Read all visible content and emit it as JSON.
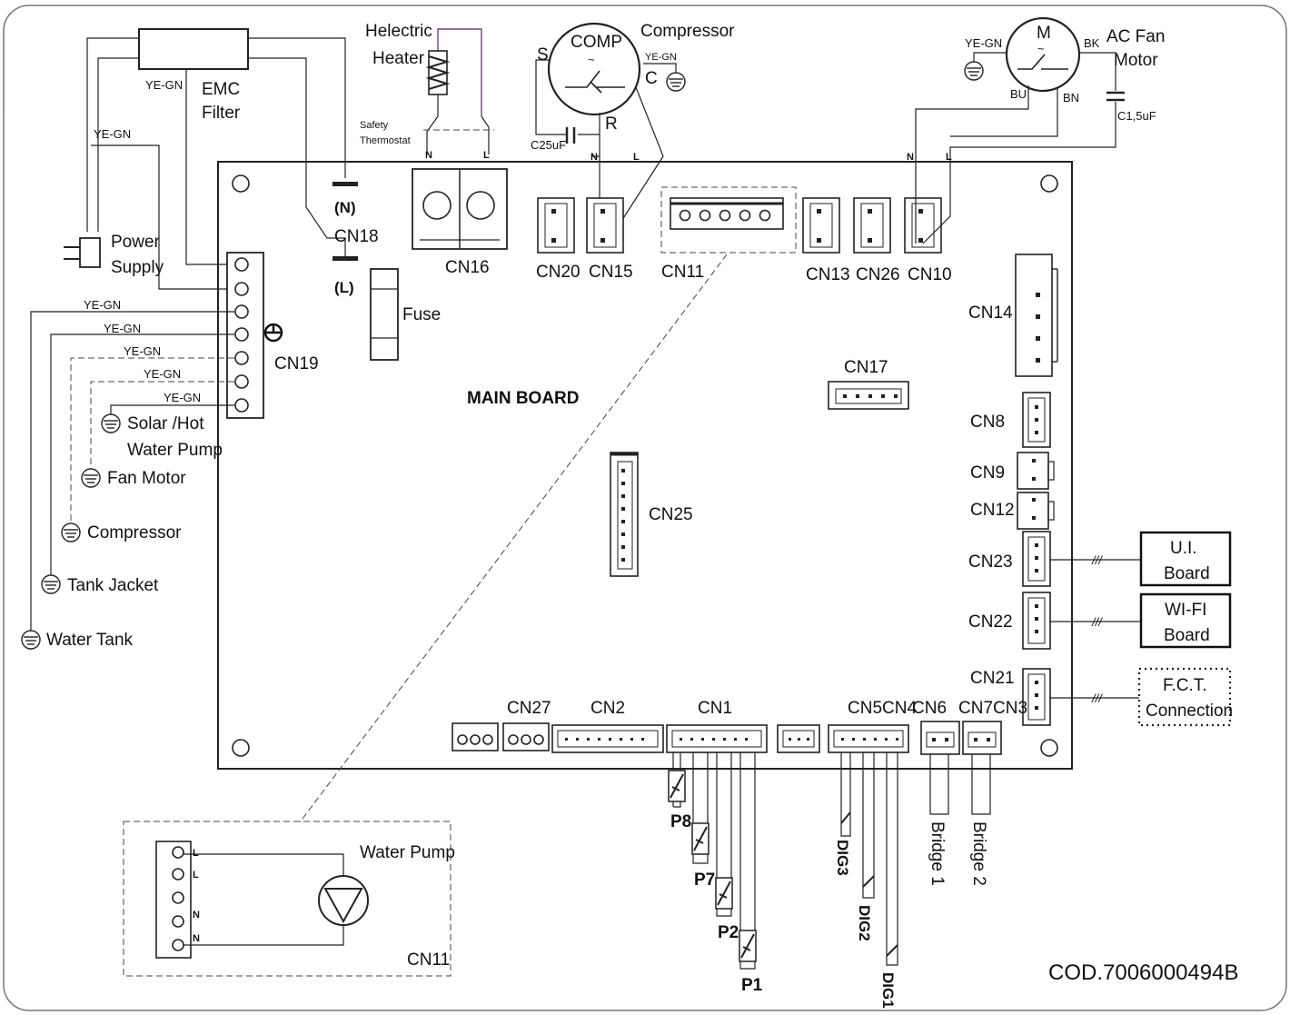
{
  "labels": {
    "emc_filter_1": "EMC",
    "emc_filter_2": "Filter",
    "ye_gn": "YE-GN",
    "power_supply_1": "Power",
    "power_supply_2": "Supply",
    "heater_1": "Helectric",
    "heater_2": "Heater",
    "safety_thermostat_1": "Safety",
    "safety_thermostat_2": "Thermostat",
    "comp": "COMP",
    "compressor": "Compressor",
    "pin_s": "S",
    "pin_c": "C",
    "pin_r": "R",
    "cap_comp": "C25uF",
    "motor_m": "M",
    "ac_fan_motor_1": "AC Fan",
    "ac_fan_motor_2": "Motor",
    "wire_bk": "BK",
    "wire_bu": "BU",
    "wire_bn": "BN",
    "cap_fan": "C1,5uF",
    "n": "N",
    "l": "L",
    "n_paren": "(N)",
    "l_paren": "(L)",
    "fuse": "Fuse",
    "main_board": "MAIN BOARD",
    "ground_solar_1": "Solar /Hot",
    "ground_solar_2": "Water Pump",
    "ground_fan_motor": "Fan Motor",
    "ground_compressor": "Compressor",
    "ground_tank_jacket": "Tank Jacket",
    "ground_water_tank": "Water Tank",
    "ui_board_1": "U.I.",
    "ui_board_2": "Board",
    "wifi_board_1": "WI-FI",
    "wifi_board_2": "Board",
    "fct_1": "F.C.T.",
    "fct_2": "Connection",
    "water_pump": "Water Pump",
    "sensor_p8": "P8",
    "sensor_p7": "P7",
    "sensor_p2": "P2",
    "sensor_p1": "P1",
    "dig3": "DIG3",
    "dig2": "DIG2",
    "dig1": "DIG1",
    "bridge1": "Bridge 1",
    "bridge2": "Bridge 2",
    "code": "COD.7006000494B",
    "tick": "///"
  },
  "connectors": {
    "cn16": "CN16",
    "cn18": "CN18",
    "cn19": "CN19",
    "cn20": "CN20",
    "cn15": "CN15",
    "cn11": "CN11",
    "cn13": "CN13",
    "cn26": "CN26",
    "cn10": "CN10",
    "cn14": "CN14",
    "cn17": "CN17",
    "cn8": "CN8",
    "cn9": "CN9",
    "cn12": "CN12",
    "cn25": "CN25",
    "cn23": "CN23",
    "cn22": "CN22",
    "cn21": "CN21",
    "cn27": "CN27",
    "cn2": "CN2",
    "cn1": "CN1",
    "cn5cn4": "CN5CN4",
    "cn6": "CN6",
    "cn7cn3": "CN7CN3",
    "cn11_inset": "CN11"
  }
}
